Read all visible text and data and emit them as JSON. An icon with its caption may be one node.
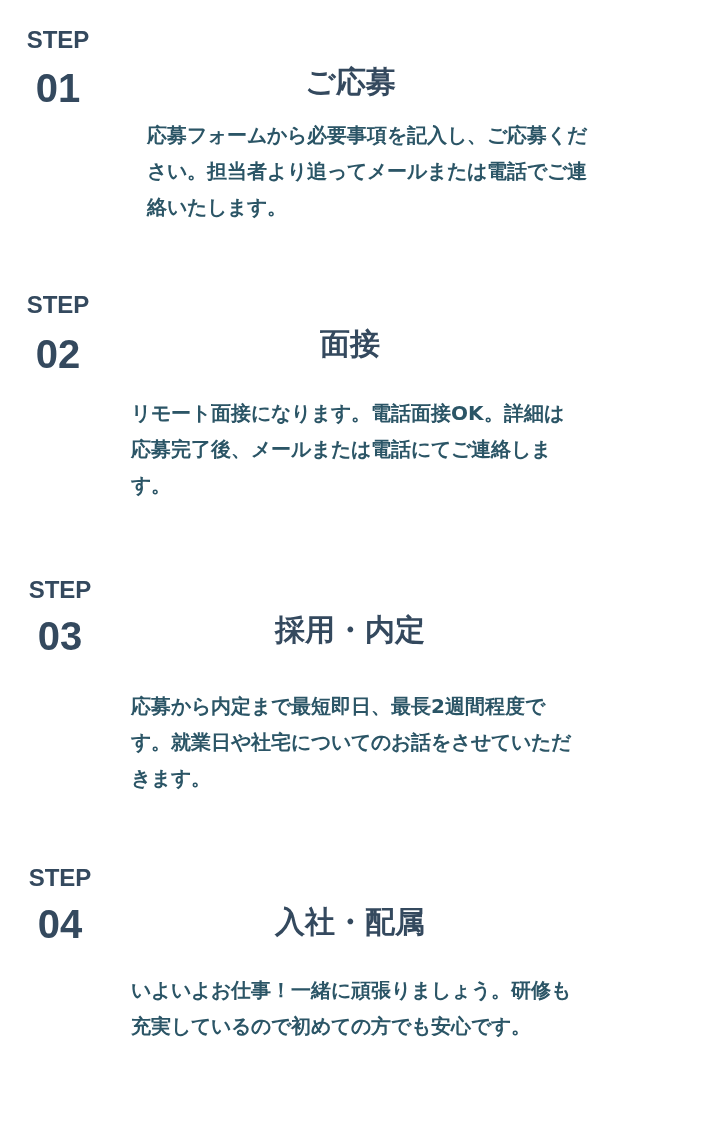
{
  "diagram": {
    "labels": [
      "STEP",
      "01",
      "ご応募",
      "応募フォームから必要事項を記入し、ご応募ください。担当者より追ってメールまたは電話でご連絡いたします。",
      "STEP",
      "02",
      "面接",
      "リモート面接になります。電話面接OK。詳細は応募完了後、メールまたは電話にてご連絡します。",
      "STEP",
      "03",
      "採用・内定",
      "応募から内定まで最短即日、最長2週間程度です。就業日や社宅についてのお話をさせていただきます。",
      "STEP",
      "04",
      "入社・配属",
      "いよいよお仕事！一緒に頑張りましょう。研修も充実しているので初めての方でも安心です。"
    ]
  }
}
